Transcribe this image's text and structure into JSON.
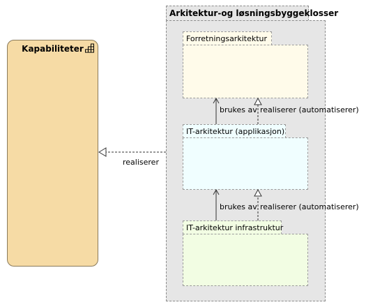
{
  "diagram": {
    "capability": {
      "title": "Kapabiliteter",
      "icon": "capability-icon",
      "fill": "#f6dba5"
    },
    "group": {
      "title": "Arkitektur-og løsningsbyggeklosser",
      "fill": "#e6e6e6"
    },
    "layers": [
      {
        "title": "Forretningsarkitektur",
        "fill": "#fffbea"
      },
      {
        "title": "IT-arkitektur (applikasjon)",
        "fill": "#f0feff"
      },
      {
        "title": "IT-arkitektur infrastruktur",
        "fill": "#f2fde3"
      }
    ],
    "edges": {
      "realizes_capability": "realiserer",
      "used_by_top": "brukes av",
      "realizes_top": "realiserer (automatiserer)",
      "used_by_bottom": "brukes av",
      "realizes_bottom": "realiserer (automatiserer)"
    }
  }
}
